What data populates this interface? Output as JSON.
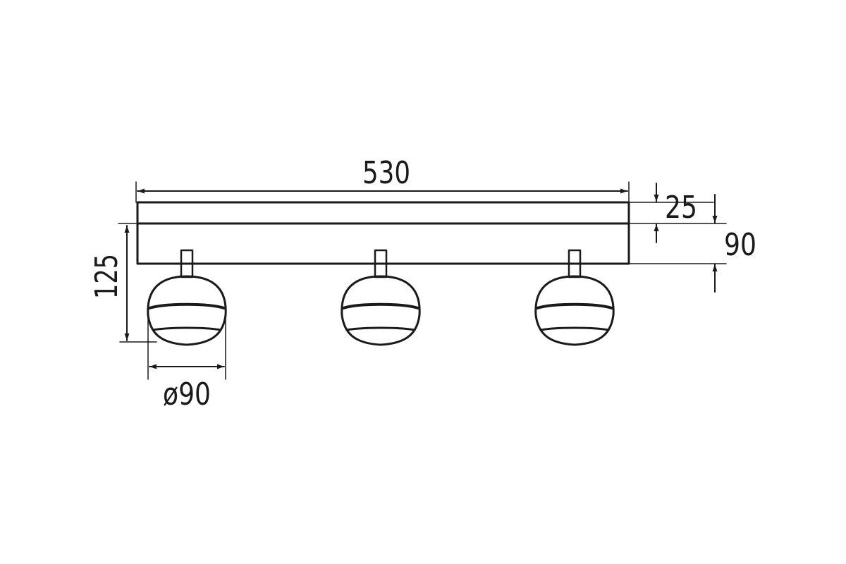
{
  "diagram": {
    "line_color": "#1a1a1a",
    "background": "#ffffff",
    "dimensions": {
      "overall_width": "530",
      "plate_thickness": "25",
      "total_height": "90",
      "drop_height": "125",
      "head_diameter": "ø90"
    },
    "spotlights": [
      {
        "name": "spotlight-left"
      },
      {
        "name": "spotlight-center"
      },
      {
        "name": "spotlight-right"
      }
    ]
  }
}
